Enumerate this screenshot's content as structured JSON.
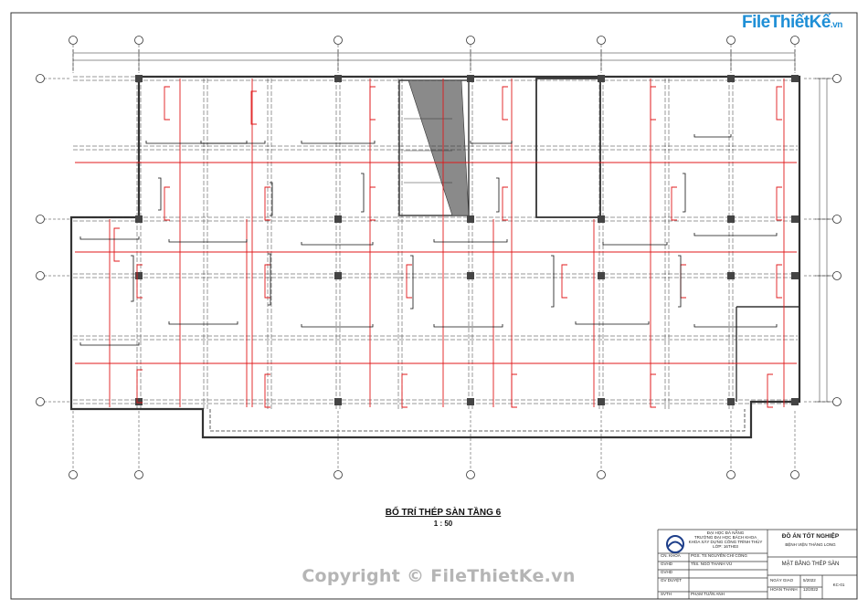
{
  "logo": {
    "brand": "FileThiếtKế",
    "tld": ".vn"
  },
  "drawing": {
    "title": "BỐ TRÍ THÉP SÀN TẦNG 6",
    "scale": "1 : 50"
  },
  "watermark": "Copyright © FileThietKe.vn",
  "title_block": {
    "school_lines": [
      "ĐẠI HỌC ĐÀ NẴNG",
      "TRƯỜNG ĐẠI HỌC BÁCH KHOA",
      "KHOA XÂY DỰNG CÔNG TRÌNH THỦY",
      "LỚP: 16TH03"
    ],
    "roles": [
      {
        "role": "CN. KHOA",
        "name": "PGS. TS NGUYỄN CHÍ CÔNG"
      },
      {
        "role": "GVHD",
        "name": "ThS. NGÔ THANH VŨ"
      },
      {
        "role": "GVHD",
        "name": ""
      },
      {
        "role": "GV DUYỆT",
        "name": ""
      },
      {
        "role": "SVTH",
        "name": "PHẠM TUẤN ANH"
      }
    ],
    "project": "ĐỒ ÁN TỐT NGHIỆP",
    "building": "BỆNH VIỆN THĂNG LONG",
    "sheet_title": "MẶT BẰNG THÉP SÀN",
    "issue_label": "NGÀY GIAO",
    "issue_date": "5/2022",
    "finish_label": "HOÀN THÀNH",
    "finish_date": "12/2022",
    "sheet_no": "KC-01"
  },
  "colors": {
    "rebar": "#e0191b",
    "structure": "#333333",
    "dim": "#222222",
    "brand": "#1f8fd6"
  }
}
